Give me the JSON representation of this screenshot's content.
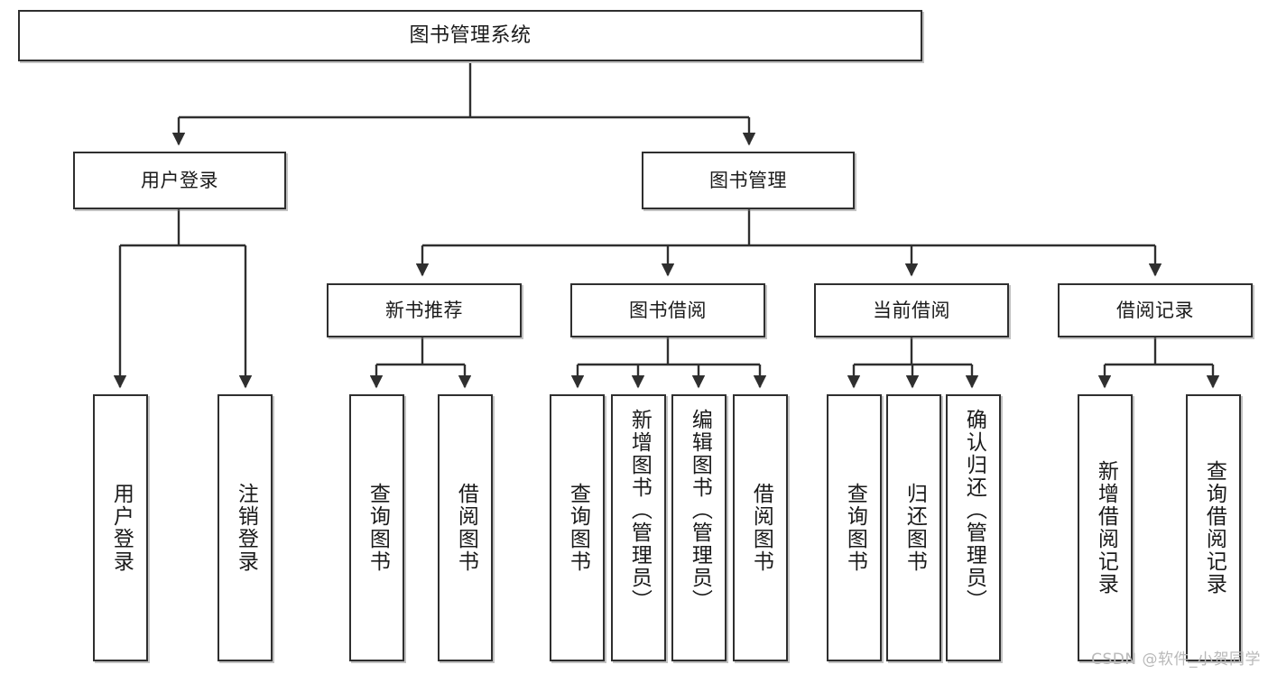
{
  "diagram": {
    "title": "图书管理系统",
    "type": "tree",
    "root": {
      "label": "图书管理系统"
    },
    "level2": [
      {
        "label": "用户登录"
      },
      {
        "label": "图书管理"
      }
    ],
    "level3": [
      {
        "label": "新书推荐"
      },
      {
        "label": "图书借阅"
      },
      {
        "label": "当前借阅"
      },
      {
        "label": "借阅记录"
      }
    ],
    "leaves": {
      "user_login": [
        {
          "label": "用户登录"
        },
        {
          "label": "注销登录"
        }
      ],
      "new_book_recommend": [
        {
          "label": "查询图书"
        },
        {
          "label": "借阅图书"
        }
      ],
      "book_borrow": [
        {
          "label": "查询图书"
        },
        {
          "label": "新增图书（管理员）"
        },
        {
          "label": "编辑图书（管理员）"
        },
        {
          "label": "借阅图书"
        }
      ],
      "current_borrow": [
        {
          "label": "查询图书"
        },
        {
          "label": "归还图书"
        },
        {
          "label": "确认归还（管理员）"
        }
      ],
      "borrow_record": [
        {
          "label": "新增借阅记录"
        },
        {
          "label": "查询借阅记录"
        }
      ]
    }
  },
  "watermark": {
    "text": "CSDN @软件_小贺同学"
  },
  "colors": {
    "box_border": "#2f2f2f",
    "box_fill": "#ffffff",
    "line": "#2f2f2f",
    "text": "#1a1a1a",
    "watermark": "#b9b9b9"
  }
}
